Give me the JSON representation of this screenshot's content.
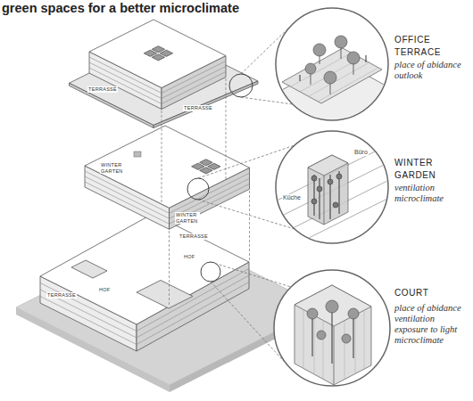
{
  "diagram": {
    "title": "green spaces for a better microclimate",
    "labels": [
      "TERRASSE",
      "TERRASSE",
      "WINTER GARTEN",
      "WINTER GARTEN",
      "TERRASSE",
      "TERRASSE",
      "HOF",
      "HOF",
      "Küche",
      "Büro",
      "OFFICE TERRACE",
      "place of abidance outlook",
      "WINTER GARDEN",
      "ventilation microclimate",
      "COURT",
      "place of abidance ventilation exposure to light microclimate"
    ]
  }
}
